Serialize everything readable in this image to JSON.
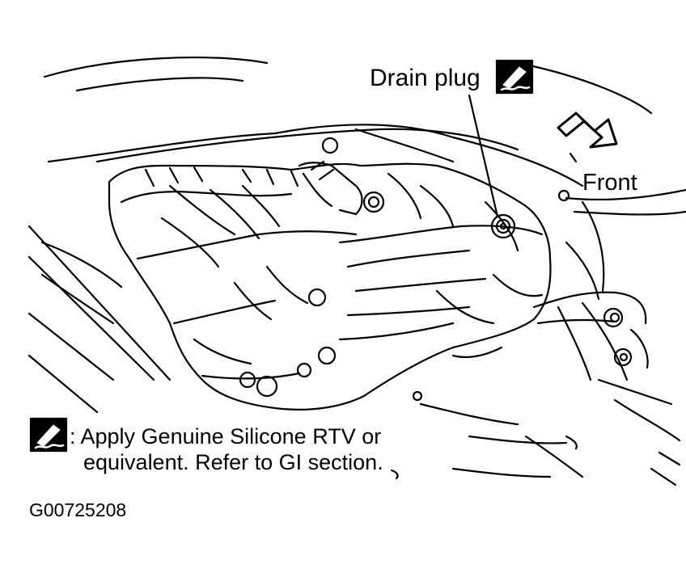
{
  "callouts": {
    "drain_plug": "Drain plug",
    "front": "Front"
  },
  "note": {
    "line1": ": Apply Genuine Silicone RTV or",
    "line2": "equivalent. Refer to GI section."
  },
  "figure_id": "G00725208",
  "icons": {
    "sealant": "sealant-applicator-icon",
    "direction": "front-direction-arrow-icon"
  },
  "colors": {
    "ink": "#000000",
    "paper": "#ffffff"
  }
}
